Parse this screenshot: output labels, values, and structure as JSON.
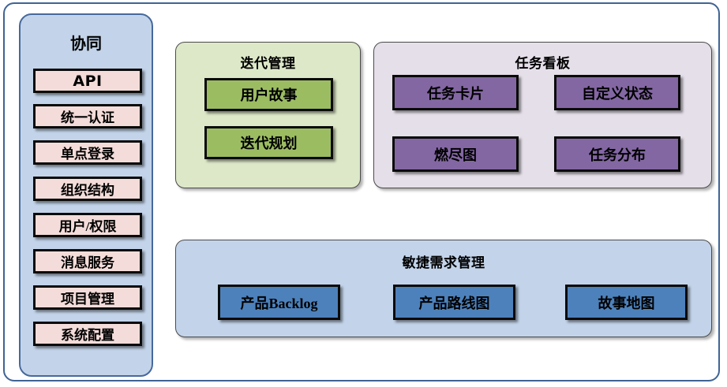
{
  "sidebar": {
    "title": "协同",
    "items": [
      {
        "label": "API",
        "style": "latin"
      },
      {
        "label": "统一认证",
        "style": "cjk"
      },
      {
        "label": "单点登录",
        "style": "cjk"
      },
      {
        "label": "组织结构",
        "style": "cjk"
      },
      {
        "label": "用户/权限",
        "style": "cjk"
      },
      {
        "label": "消息服务",
        "style": "cjk"
      },
      {
        "label": "项目管理",
        "style": "cjk"
      },
      {
        "label": "系统配置",
        "style": "cjk"
      }
    ]
  },
  "iteration": {
    "title": "迭代管理",
    "boxes": [
      {
        "label": "用户故事"
      },
      {
        "label": "迭代规划"
      }
    ]
  },
  "taskboard": {
    "title": "任务看板",
    "boxes": [
      {
        "label": "任务卡片"
      },
      {
        "label": "自定义状态"
      },
      {
        "label": "燃尽图"
      },
      {
        "label": "任务分布"
      }
    ]
  },
  "agile": {
    "title": "敏捷需求管理",
    "boxes": [
      {
        "label": "产品Backlog"
      },
      {
        "label": "产品路线图"
      },
      {
        "label": "故事地图"
      }
    ]
  },
  "colors": {
    "frame_border": "#3f6494",
    "sidebar_fill": "#c3d4ea",
    "sidebar_border": "#46699c",
    "sidebar_item_fill": "#f3dcd9",
    "iteration_panel_fill": "#dde8c8",
    "iteration_box_fill": "#9cbc62",
    "taskboard_panel_fill": "#e5dfe9",
    "taskboard_box_fill": "#8367a3",
    "agile_panel_fill": "#c3d4ea",
    "agile_box_fill": "#4d81bb",
    "box_border": "#0a0a0a"
  }
}
